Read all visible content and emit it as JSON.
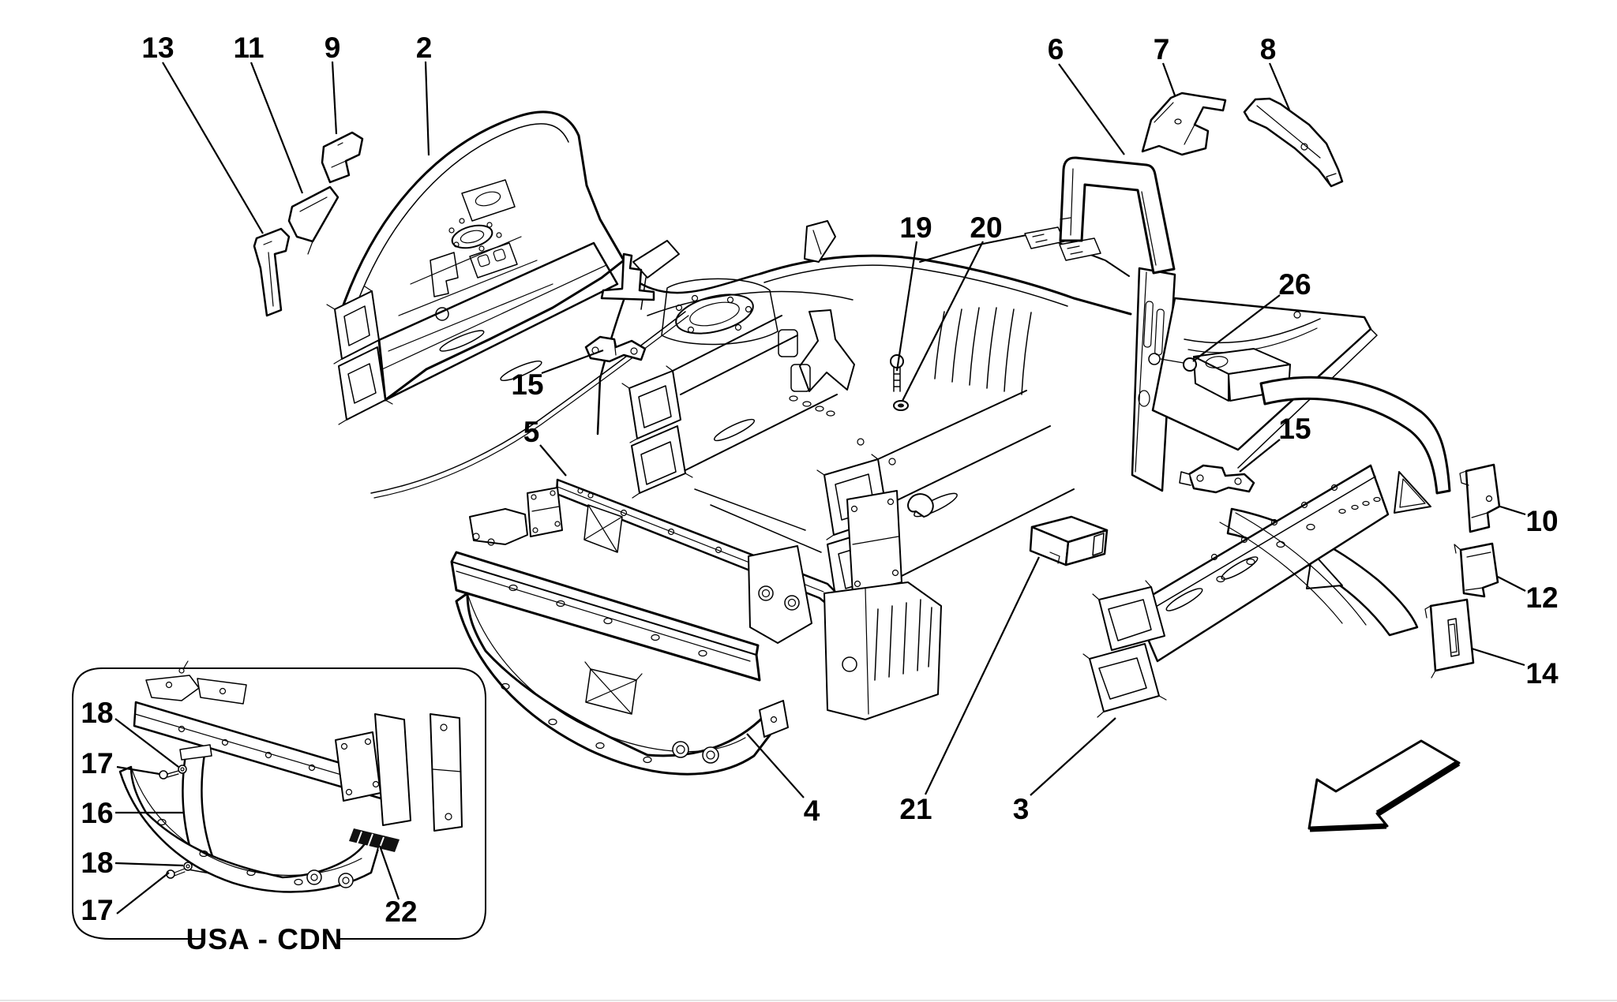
{
  "diagram": {
    "background_color": "#ffffff",
    "line_color": "#000000",
    "inset_caption": "USA - CDN",
    "callouts": [
      {
        "id": "13",
        "label": "13"
      },
      {
        "id": "11",
        "label": "11"
      },
      {
        "id": "9",
        "label": "9"
      },
      {
        "id": "2",
        "label": "2"
      },
      {
        "id": "6",
        "label": "6"
      },
      {
        "id": "7",
        "label": "7"
      },
      {
        "id": "8",
        "label": "8"
      },
      {
        "id": "19",
        "label": "19"
      },
      {
        "id": "20",
        "label": "20"
      },
      {
        "id": "26",
        "label": "26"
      },
      {
        "id": "15-left",
        "label": "15"
      },
      {
        "id": "5",
        "label": "5"
      },
      {
        "id": "15-right",
        "label": "15"
      },
      {
        "id": "10",
        "label": "10"
      },
      {
        "id": "12",
        "label": "12"
      },
      {
        "id": "14",
        "label": "14"
      },
      {
        "id": "4",
        "label": "4"
      },
      {
        "id": "21",
        "label": "21"
      },
      {
        "id": "3",
        "label": "3"
      },
      {
        "id": "18-upper",
        "label": "18"
      },
      {
        "id": "17-upper",
        "label": "17"
      },
      {
        "id": "16",
        "label": "16"
      },
      {
        "id": "18-lower",
        "label": "18"
      },
      {
        "id": "17-lower",
        "label": "17"
      },
      {
        "id": "22",
        "label": "22"
      }
    ]
  }
}
